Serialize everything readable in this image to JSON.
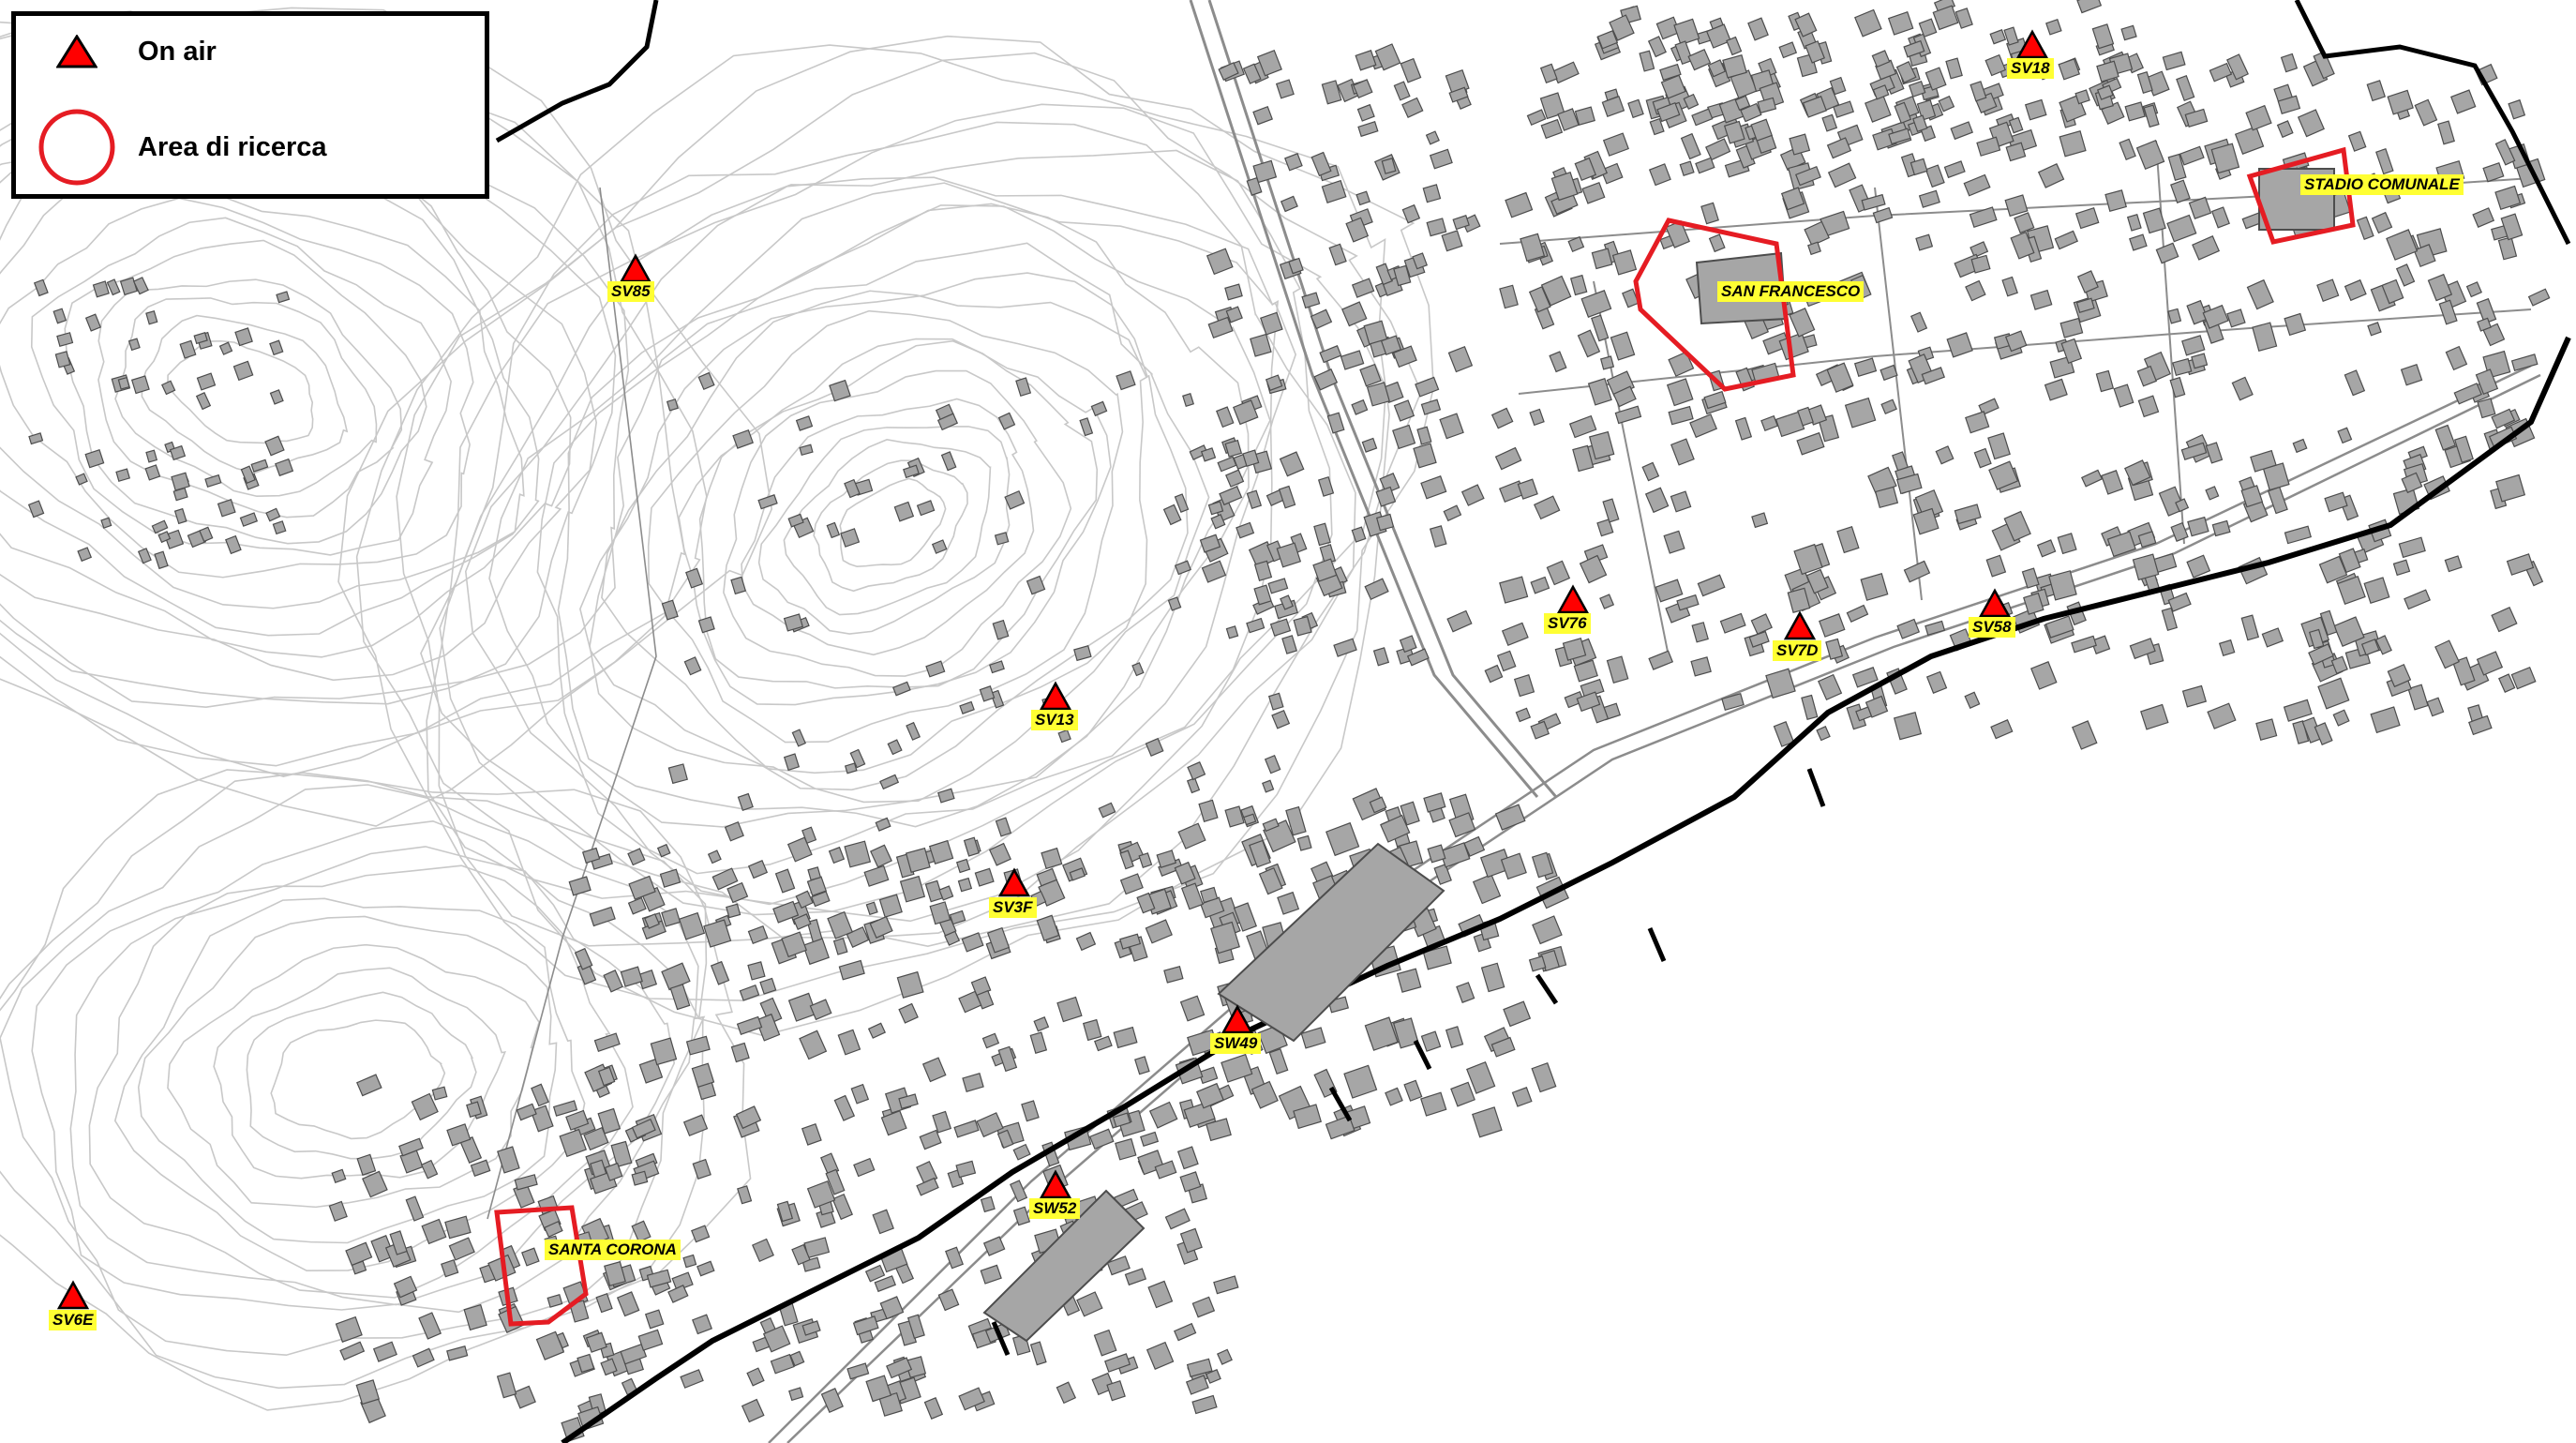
{
  "legend": {
    "on_air_label": "On air",
    "search_area_label": "Area di ricerca",
    "on_air_color": "#ff0000",
    "search_area_color": "#e51c23"
  },
  "sites": [
    {
      "id": "sv85",
      "label": "SV85"
    },
    {
      "id": "sv13",
      "label": "SV13"
    },
    {
      "id": "sv3f",
      "label": "SV3F"
    },
    {
      "id": "sw49",
      "label": "SW49"
    },
    {
      "id": "sw52",
      "label": "SW52"
    },
    {
      "id": "sv6e",
      "label": "SV6E"
    },
    {
      "id": "sv76",
      "label": "SV76"
    },
    {
      "id": "sv7d",
      "label": "SV7D"
    },
    {
      "id": "sv58",
      "label": "SV58"
    },
    {
      "id": "sv18",
      "label": "SV18"
    }
  ],
  "search_areas": [
    {
      "id": "san-francesco",
      "label": "SAN FRANCESCO"
    },
    {
      "id": "stadio-comunale",
      "label": "STADIO COMUNALE"
    },
    {
      "id": "santa-corona",
      "label": "SANTA CORONA"
    }
  ],
  "colors": {
    "label_background": "#ffff33",
    "building_fill": "#a6a6a6",
    "building_stroke": "#4d4d4d",
    "contour_line": "#c8c8c8",
    "coastline": "#000000"
  }
}
